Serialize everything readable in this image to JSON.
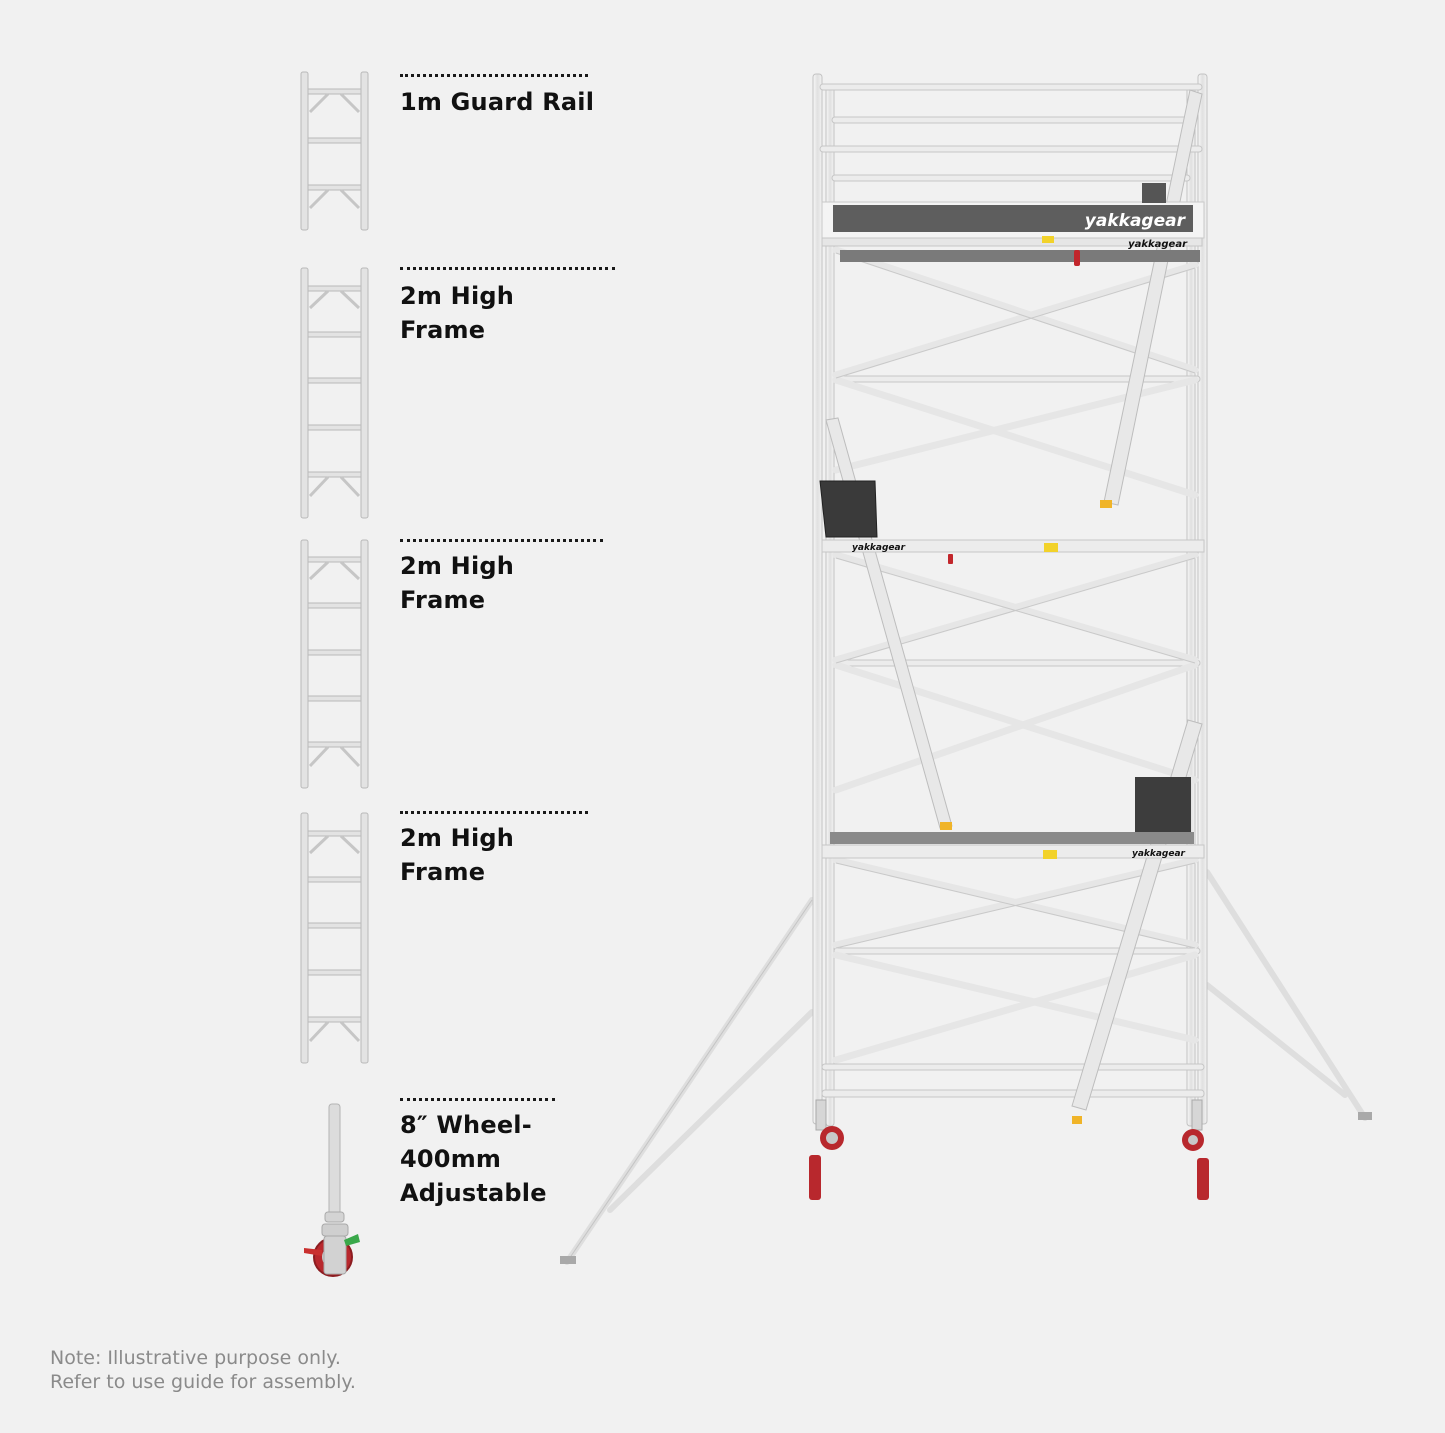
{
  "components": [
    {
      "id": "guard-rail",
      "label": "1m Guard Rail",
      "qty_rungs": 3
    },
    {
      "id": "frame-1",
      "label": "2m High\nFrame",
      "qty_rungs": 5
    },
    {
      "id": "frame-2",
      "label": "2m High\nFrame",
      "qty_rungs": 5
    },
    {
      "id": "frame-3",
      "label": "2m High\nFrame",
      "qty_rungs": 5
    },
    {
      "id": "wheel",
      "label": "8″ Wheel-\n400mm\nAdjustable"
    }
  ],
  "tower": {
    "brand_main": "yakkagear",
    "brand_deck_top": "yakkagear",
    "brand_deck_mid": "yakkagear",
    "brand_deck_low": "yakkagear"
  },
  "note": {
    "line1": "Note: Illustrative purpose only.",
    "line2": "Refer to use guide for assembly."
  },
  "colors": {
    "background": "#f1f1f1",
    "aluminium": "#e4e4e4",
    "deck_dark": "#5e5e5e",
    "wheel_red": "#b8282d",
    "label_yellow": "#f2d22a",
    "brake_green": "#3aa84a"
  }
}
